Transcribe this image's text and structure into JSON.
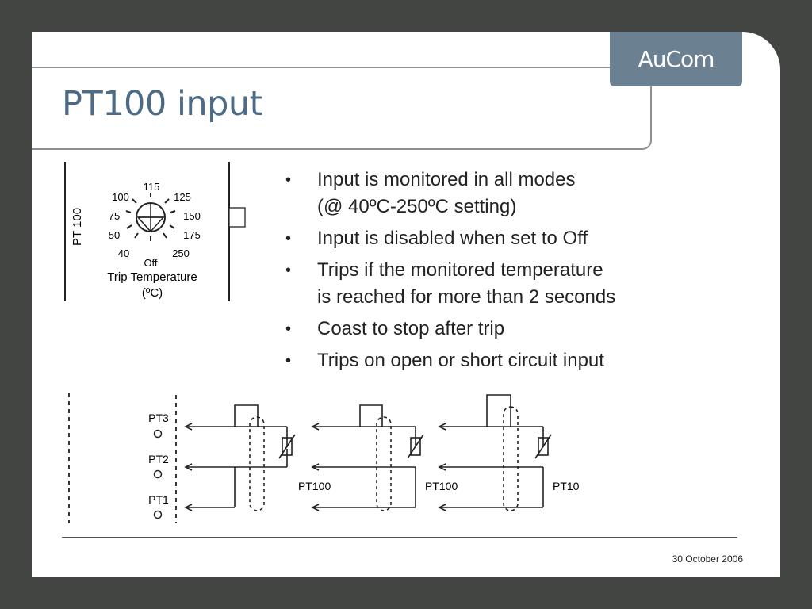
{
  "slide": {
    "title": "PT100 input",
    "logo_text": "AuCom",
    "date": "30 October 2006"
  },
  "dial": {
    "side_label": "PT 100",
    "scale_labels": [
      "115",
      "100",
      "125",
      "75",
      "150",
      "50",
      "175",
      "40",
      "250",
      "Off"
    ],
    "caption": "Trip Temperature",
    "unit": "(ºC)"
  },
  "bullets": [
    {
      "lines": [
        "Input is monitored in all modes",
        "(@ 40ºC-250ºC setting)"
      ]
    },
    {
      "lines": [
        "Input is disabled when set to Off"
      ]
    },
    {
      "lines": [
        "Trips if the monitored temperature",
        "is reached for more than 2 seconds"
      ]
    },
    {
      "lines": [
        "Coast to stop after trip"
      ]
    },
    {
      "lines": [
        "Trips on open or short circuit input"
      ]
    }
  ],
  "wiring": {
    "terminals": [
      "PT3",
      "PT2",
      "PT1"
    ],
    "sensor_label": "PT100"
  }
}
